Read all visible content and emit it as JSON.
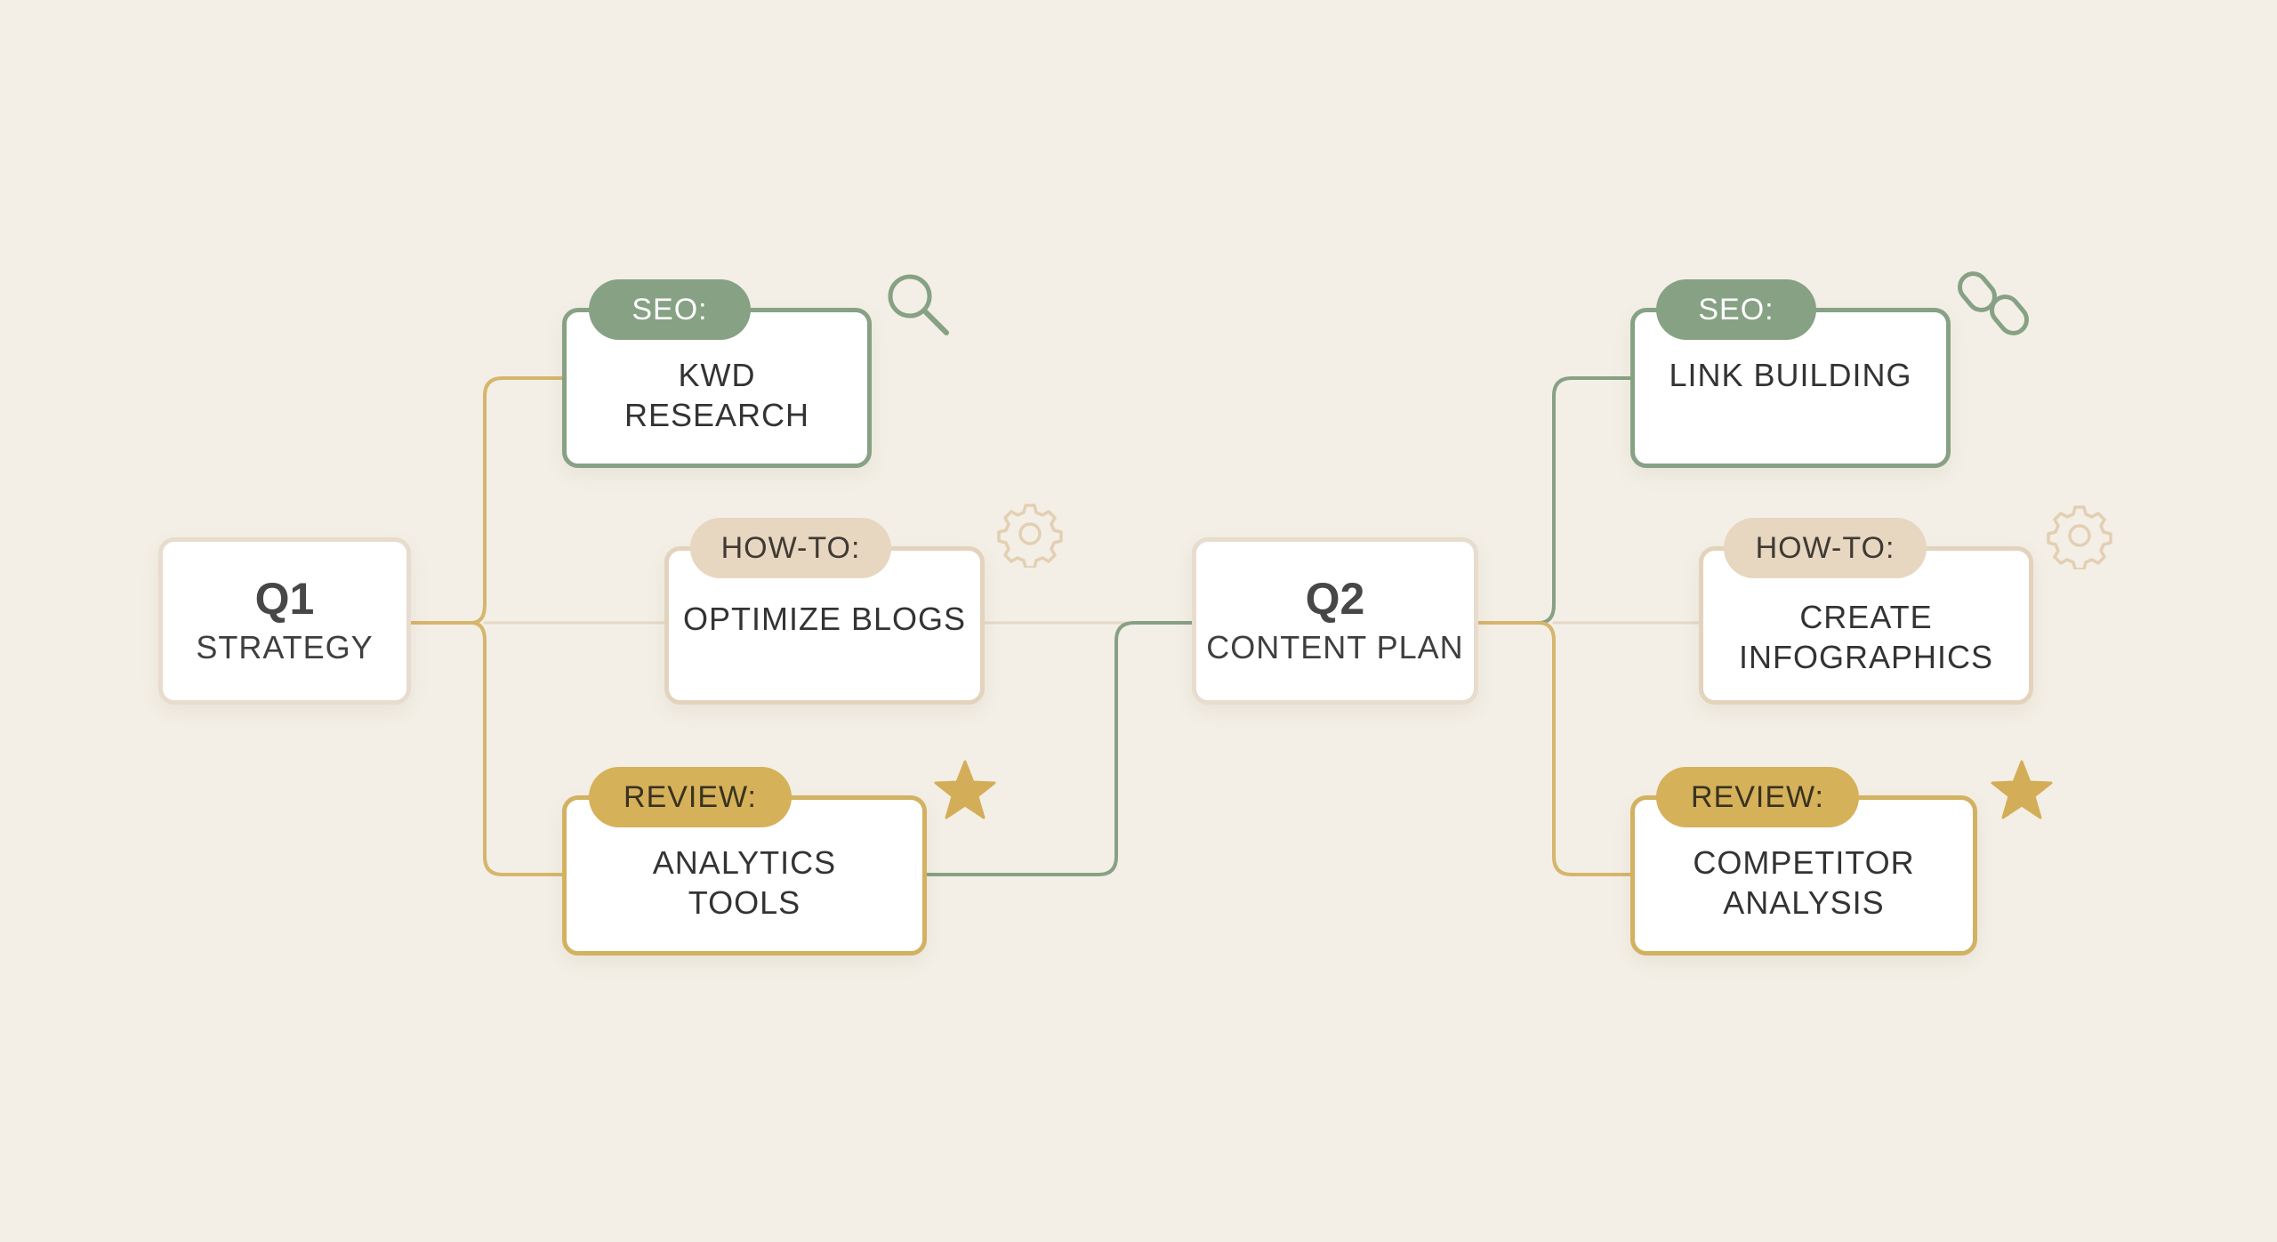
{
  "colors": {
    "background": "#f3efe6",
    "green": "#87a184",
    "beige": "#e7d6c0",
    "gold": "#d5b15a"
  },
  "hubs": {
    "q1": {
      "title": "Q1",
      "subtitle": "STRATEGY"
    },
    "q2": {
      "title": "Q2",
      "subtitle": "CONTENT PLAN"
    }
  },
  "tasks": {
    "kwd": {
      "tag": "SEO:",
      "lines": [
        "KWD",
        "RESEARCH"
      ],
      "icon": "search-icon"
    },
    "blogs": {
      "tag": "HOW-TO:",
      "lines": [
        "OPTIMIZE BLOGS"
      ],
      "icon": "gear-icon"
    },
    "analytics": {
      "tag": "REVIEW:",
      "lines": [
        "ANALYTICS",
        "TOOLS"
      ],
      "icon": "star-icon"
    },
    "links": {
      "tag": "SEO:",
      "lines": [
        "LINK BUILDING"
      ],
      "icon": "link-icon"
    },
    "infographics": {
      "tag": "HOW-TO:",
      "lines": [
        "CREATE",
        "INFOGRAPHICS"
      ],
      "icon": "gear-icon"
    },
    "competitor": {
      "tag": "REVIEW:",
      "lines": [
        "COMPETITOR",
        "ANALYSIS"
      ],
      "icon": "star-icon"
    }
  }
}
